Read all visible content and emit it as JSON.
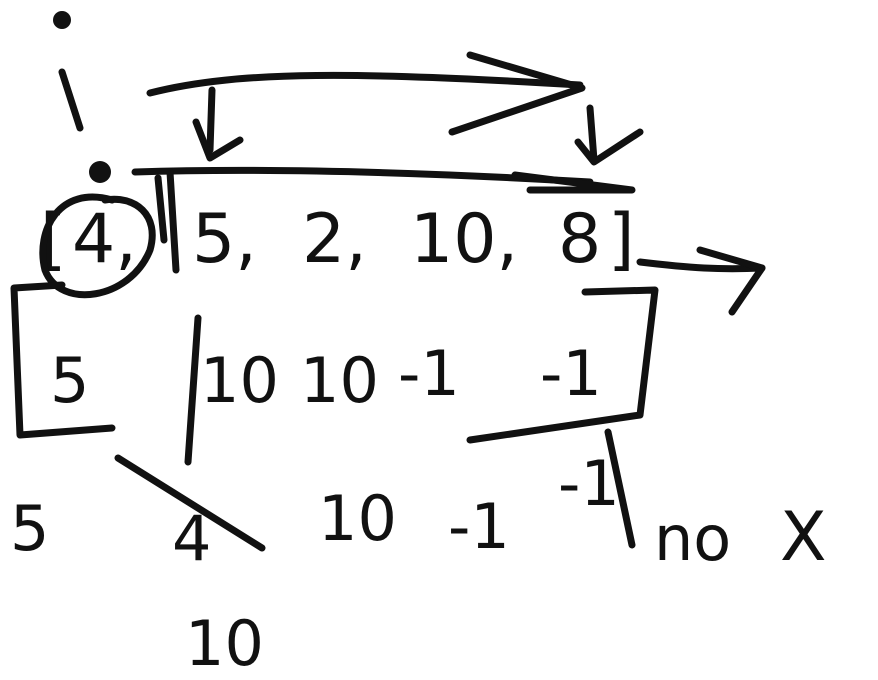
{
  "canvas": {
    "background": "#ffffff",
    "ink_color": "#111111"
  },
  "pointer_label": "i",
  "array": {
    "open_bracket": "[",
    "close_bracket": "]",
    "items": [
      "4,",
      "5,",
      "2,",
      "10,",
      "8"
    ]
  },
  "result_row": [
    "5",
    "10",
    "10",
    "-1",
    "-1"
  ],
  "work_row": {
    "first": "5",
    "crossed": "4",
    "replacement": "10",
    "rest": [
      "10",
      "-1",
      "-1"
    ],
    "note": "no",
    "mark": "X"
  }
}
